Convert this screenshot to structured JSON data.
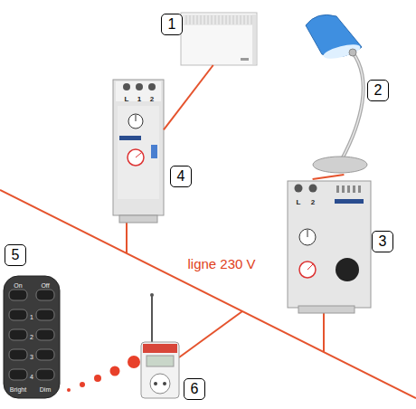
{
  "diagram": {
    "nodes": [
      {
        "text": [
          "1"
        ]
      },
      {
        "text": [
          "2"
        ]
      },
      {
        "text": [
          "3"
        ]
      },
      {
        "text": [
          "4"
        ]
      },
      {
        "text": [
          "5"
        ]
      },
      {
        "text": [
          "6"
        ]
      }
    ],
    "edges": [
      {
        "from": 0,
        "to": 3,
        "arrow": "none"
      },
      {
        "from": 1,
        "to": 2,
        "arrow": "none"
      }
    ],
    "labels": [
      "ligne 230 V",
      "L",
      "1",
      "2",
      "L",
      "2",
      "On",
      "Off",
      "1",
      "2",
      "3",
      "4",
      "Bright",
      "Dim"
    ]
  }
}
